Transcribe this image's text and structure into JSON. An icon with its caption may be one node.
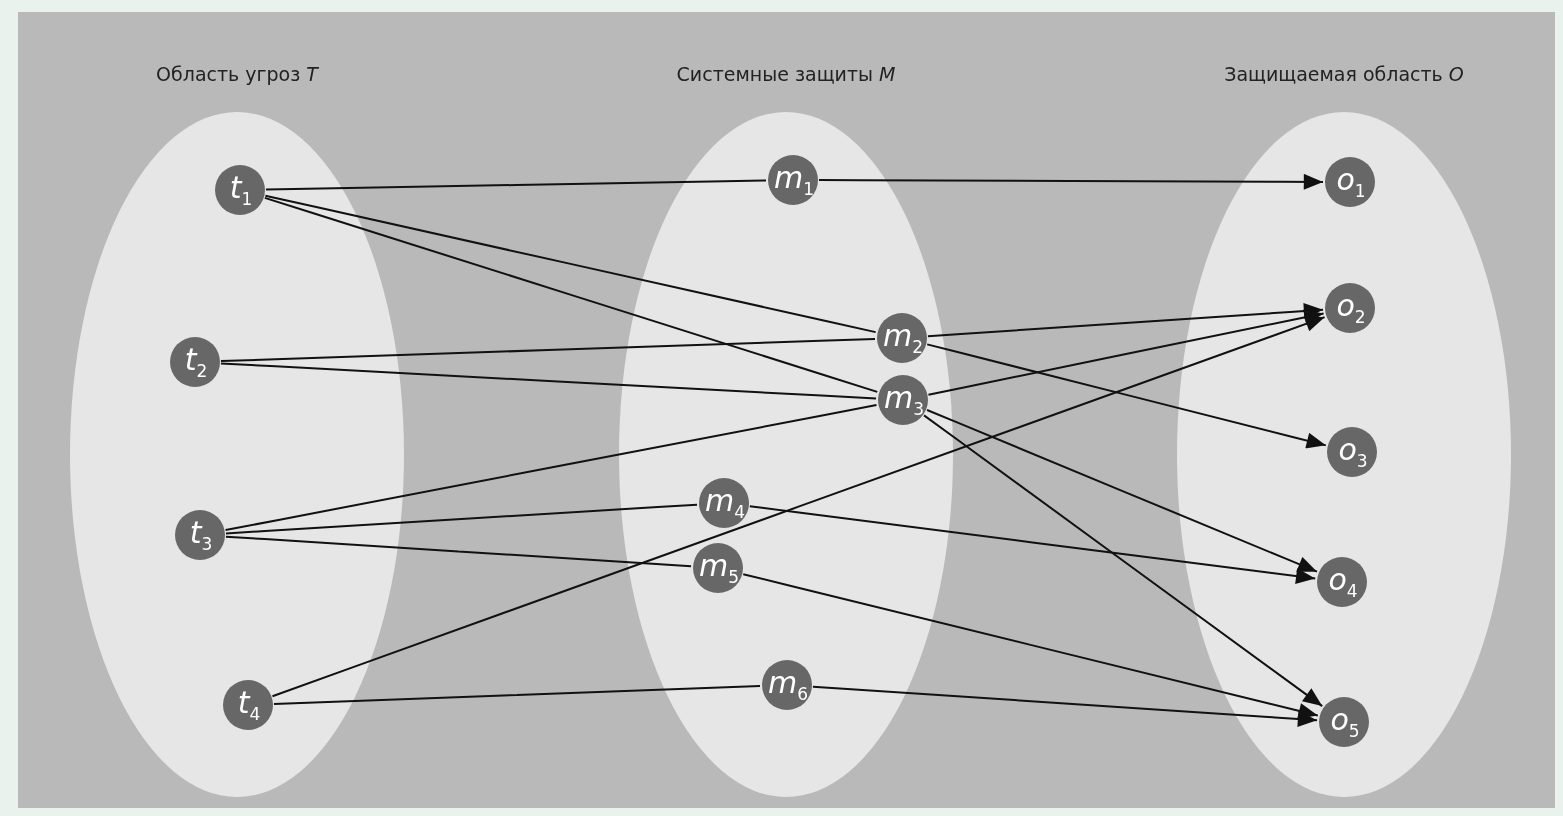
{
  "diagram": {
    "nodes": [
      {
        "text": [
          "Область угроз *T*"
        ]
      },
      {
        "text": [
          "*t*$_{1}$"
        ],
        "in": 0
      },
      {
        "text": [
          "*t*$_{2}$"
        ],
        "in": 0
      },
      {
        "text": [
          "*t*$_{3}$"
        ],
        "in": 0
      },
      {
        "text": [
          "*t*$_{4}$"
        ],
        "in": 0
      },
      {
        "text": [
          "Системные защиты *M*"
        ]
      },
      {
        "text": [
          "*m*$_{1}$"
        ],
        "in": 5
      },
      {
        "text": [
          "*m*$_{2}$"
        ],
        "in": 5
      },
      {
        "text": [
          "*m*$_{3}$"
        ],
        "in": 5
      },
      {
        "text": [
          "*m*$_{4}$"
        ],
        "in": 5
      },
      {
        "text": [
          "*m*$_{5}$"
        ],
        "in": 5
      },
      {
        "text": [
          "*m*$_{6}$"
        ],
        "in": 5
      },
      {
        "text": [
          "Защищаемая область *O*"
        ]
      },
      {
        "text": [
          "*o*$_{1}$"
        ],
        "in": 12
      },
      {
        "text": [
          "*o*$_{2}$"
        ],
        "in": 12
      },
      {
        "text": [
          "*o*$_{3}$"
        ],
        "in": 12
      },
      {
        "text": [
          "*o*$_{4}$"
        ],
        "in": 12
      },
      {
        "text": [
          "*o*$_{5}$"
        ],
        "in": 12
      }
    ],
    "edges": [
      {
        "from": 1,
        "to": 6,
        "arrow": "none"
      },
      {
        "from": 6,
        "to": 13,
        "arrow": "to"
      },
      {
        "from": 1,
        "to": 7,
        "arrow": "none"
      },
      {
        "from": 7,
        "to": 15,
        "arrow": "to"
      },
      {
        "from": 1,
        "to": 8,
        "arrow": "none"
      },
      {
        "from": 8,
        "to": 17,
        "arrow": "to"
      },
      {
        "from": 2,
        "to": 7,
        "arrow": "none"
      },
      {
        "from": 7,
        "to": 14,
        "arrow": "to"
      },
      {
        "from": 2,
        "to": 8,
        "arrow": "none"
      },
      {
        "from": 8,
        "to": 16,
        "arrow": "to"
      },
      {
        "from": 3,
        "to": 8,
        "arrow": "none"
      },
      {
        "from": 8,
        "to": 14,
        "arrow": "to"
      },
      {
        "from": 3,
        "to": 9,
        "arrow": "none"
      },
      {
        "from": 9,
        "to": 16,
        "arrow": "to"
      },
      {
        "from": 3,
        "to": 10,
        "arrow": "none"
      },
      {
        "from": 10,
        "to": 17,
        "arrow": "to"
      },
      {
        "from": 4,
        "to": 14,
        "arrow": "to"
      },
      {
        "from": 4,
        "to": 11,
        "arrow": "none"
      },
      {
        "from": 11,
        "to": 17,
        "arrow": "to"
      }
    ]
  }
}
